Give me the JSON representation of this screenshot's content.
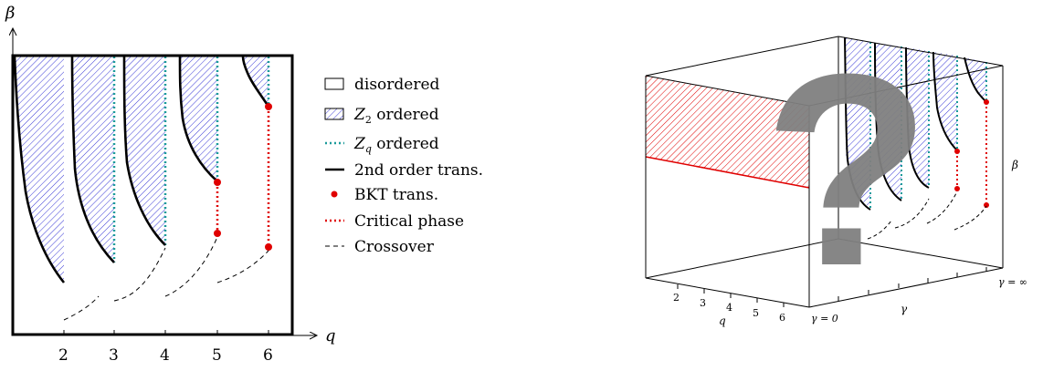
{
  "left_panel": {
    "y_axis_label": "β",
    "x_axis_label": "q",
    "x_ticks": [
      "2",
      "3",
      "4",
      "5",
      "6"
    ],
    "legend": [
      {
        "key": "disordered",
        "label": "disordered",
        "symbol": "empty-box"
      },
      {
        "key": "z2",
        "label_main": "Z",
        "label_sub": "2",
        "label_rest": " ordered",
        "symbol": "hatched-box"
      },
      {
        "key": "zq",
        "label_main": "Z",
        "label_sub": "q",
        "label_rest": " ordered",
        "symbol": "teal-dots"
      },
      {
        "key": "second",
        "label": "2nd order trans.",
        "symbol": "thick-line"
      },
      {
        "key": "bkt",
        "label": "BKT trans.",
        "symbol": "red-dot"
      },
      {
        "key": "critical",
        "label": "Critical phase",
        "symbol": "red-dotted"
      },
      {
        "key": "crossover",
        "label": "Crossover",
        "symbol": "dashed"
      }
    ]
  },
  "right_panel": {
    "q_label": "q",
    "q_ticks": [
      "2",
      "3",
      "4",
      "5",
      "6"
    ],
    "gamma_label": "γ",
    "gamma_zero_label": "γ = 0",
    "gamma_inf_label": "γ = ∞",
    "beta_label": "β",
    "question_mark": "?"
  },
  "colors": {
    "hatch_blue": "#3a3ad6",
    "teal": "#1a9a9a",
    "red": "#e00000",
    "question_gray": "#7f7f7f"
  }
}
